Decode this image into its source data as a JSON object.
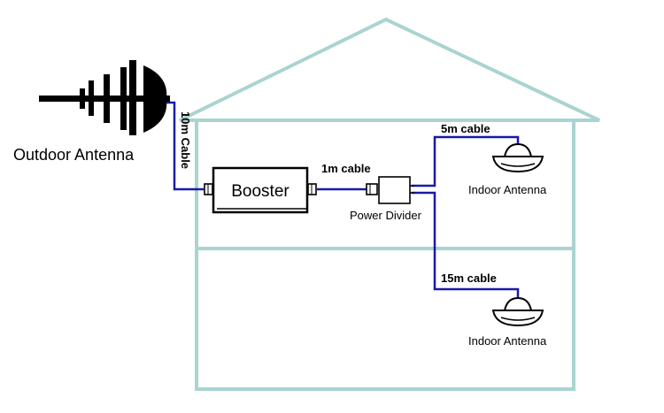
{
  "labels": {
    "outdoor_antenna": "Outdoor Antenna",
    "cable_10m": "10m Cable",
    "booster": "Booster",
    "cable_1m": "1m cable",
    "power_divider": "Power Divider",
    "cable_5m": "5m cable",
    "cable_15m": "15m cable",
    "indoor_antenna_upper": "Indoor Antenna",
    "indoor_antenna_lower": "Indoor Antenna"
  },
  "colors": {
    "house_outline": "#a9d4d0",
    "cable": "#1a1aa8",
    "equipment": "#000000"
  },
  "icons": {
    "outdoor_antenna": "yagi-antenna-icon",
    "indoor_antenna": "ceiling-dome-antenna-icon"
  }
}
